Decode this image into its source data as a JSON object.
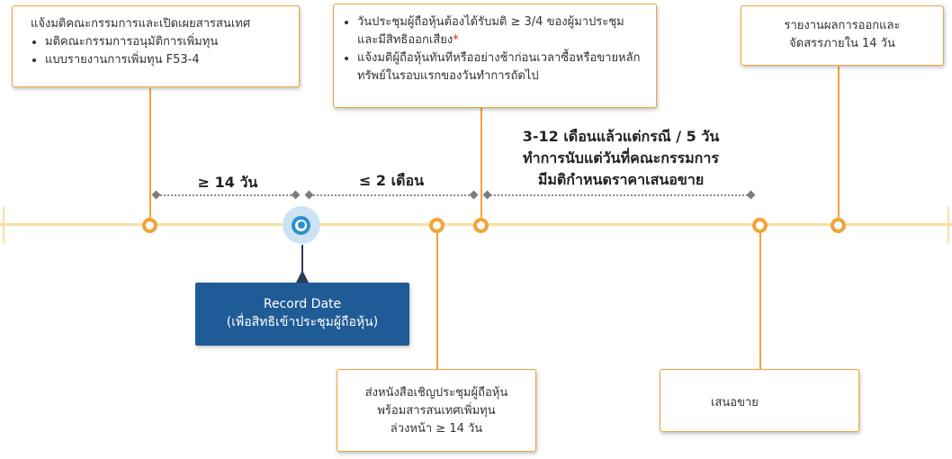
{
  "callouts": {
    "board_disclosure": {
      "title": "แจ้งมติคณะกรรมการและเปิดเผยสารสนเทศ",
      "items": [
        "มติคณะกรรมการอนุมัติการเพิ่มทุน",
        "แบบรายงานการเพิ่มทุน F53-4"
      ]
    },
    "meeting_resolution": {
      "item1": "วันประชุมผู้ถือหุ้นต้องได้รับมติ ≥ 3/4 ของผู้มาประชุมและมีสิทธิออกเสียง",
      "item1_mark": "*",
      "item2": "แจ้งมติผู้ถือหุ้นทันทีหรืออย่างช้าก่อนเวลาซื้อหรือขายหลักทรัพย์ในรอบแรกของวันทำการถัดไป"
    },
    "report": {
      "line1": "รายงานผลการออกและ",
      "line2": "จัดสรรภายใน 14 วัน"
    },
    "invitation": {
      "line1": "ส่งหนังสือเชิญประชุมผู้ถือหุ้น",
      "line2": "พร้อมสารสนเทศเพิ่มทุน",
      "line3": "ล่วงหน้า ≥ 14 วัน"
    },
    "offering": {
      "text": "เสนอขาย"
    }
  },
  "record_date": {
    "title": "Record Date",
    "subtitle": "(เพื่อสิทธิเข้าประชุมผู้ถือหุ้น)"
  },
  "spans": {
    "span1": "≥ 14 วัน",
    "span2": "≤ 2 เดือน",
    "span3_line1": "3-12 เดือนแล้วแต่กรณี / 5 วัน",
    "span3_line2": "ทำการนับแต่วันที่คณะกรรมการ",
    "span3_line3": "มีมติกำหนดราคาเสนอขาย"
  },
  "colors": {
    "accent": "#f2a33a",
    "axis": "#f7dfa4",
    "record_box": "#1f5b96",
    "record_node": "#2d8fd1"
  }
}
